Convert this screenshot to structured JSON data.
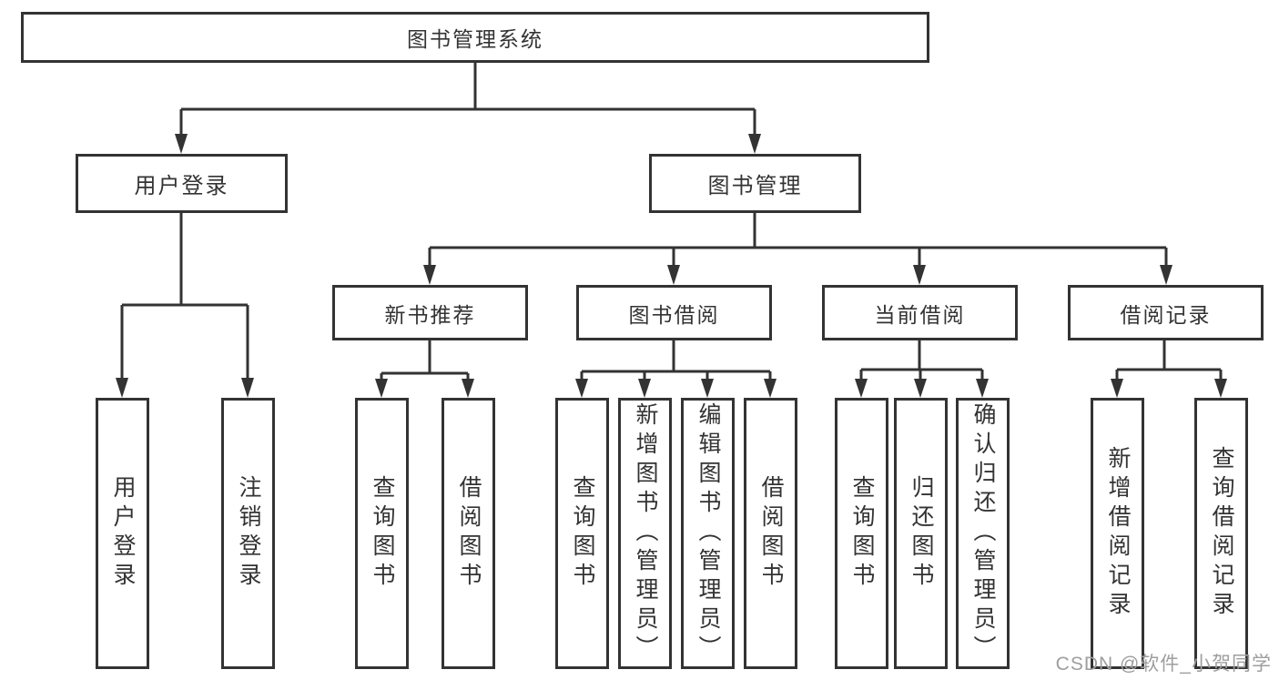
{
  "diagram": {
    "root": {
      "label": "图书管理系统"
    },
    "level2": [
      {
        "label": "用户登录"
      },
      {
        "label": "图书管理"
      }
    ],
    "level3": [
      {
        "label": "新书推荐",
        "parent": "图书管理"
      },
      {
        "label": "图书借阅",
        "parent": "图书管理"
      },
      {
        "label": "当前借阅",
        "parent": "图书管理"
      },
      {
        "label": "借阅记录",
        "parent": "图书管理"
      }
    ],
    "leaves": [
      {
        "label": "用户登录",
        "parent": "用户登录"
      },
      {
        "label": "注销登录",
        "parent": "用户登录"
      },
      {
        "label": "查询图书",
        "parent": "新书推荐"
      },
      {
        "label": "借阅图书",
        "parent": "新书推荐"
      },
      {
        "label": "查询图书",
        "parent": "图书借阅"
      },
      {
        "label": "新增图书（管理员）",
        "parent": "图书借阅"
      },
      {
        "label": "编辑图书（管理员）",
        "parent": "图书借阅"
      },
      {
        "label": "借阅图书",
        "parent": "图书借阅"
      },
      {
        "label": "查询图书",
        "parent": "当前借阅"
      },
      {
        "label": "归还图书",
        "parent": "当前借阅"
      },
      {
        "label": "确认归还（管理员）",
        "parent": "当前借阅"
      },
      {
        "label": "新增借阅记录",
        "parent": "借阅记录"
      },
      {
        "label": "查询借阅记录",
        "parent": "借阅记录"
      }
    ]
  },
  "watermark": {
    "text": "CSDN @软件_小贺同学"
  },
  "colors": {
    "line": "#333333",
    "text": "#333333",
    "box_background": "#ffffff",
    "page_background": "#ffffff",
    "watermark": "#9e9e9e"
  }
}
